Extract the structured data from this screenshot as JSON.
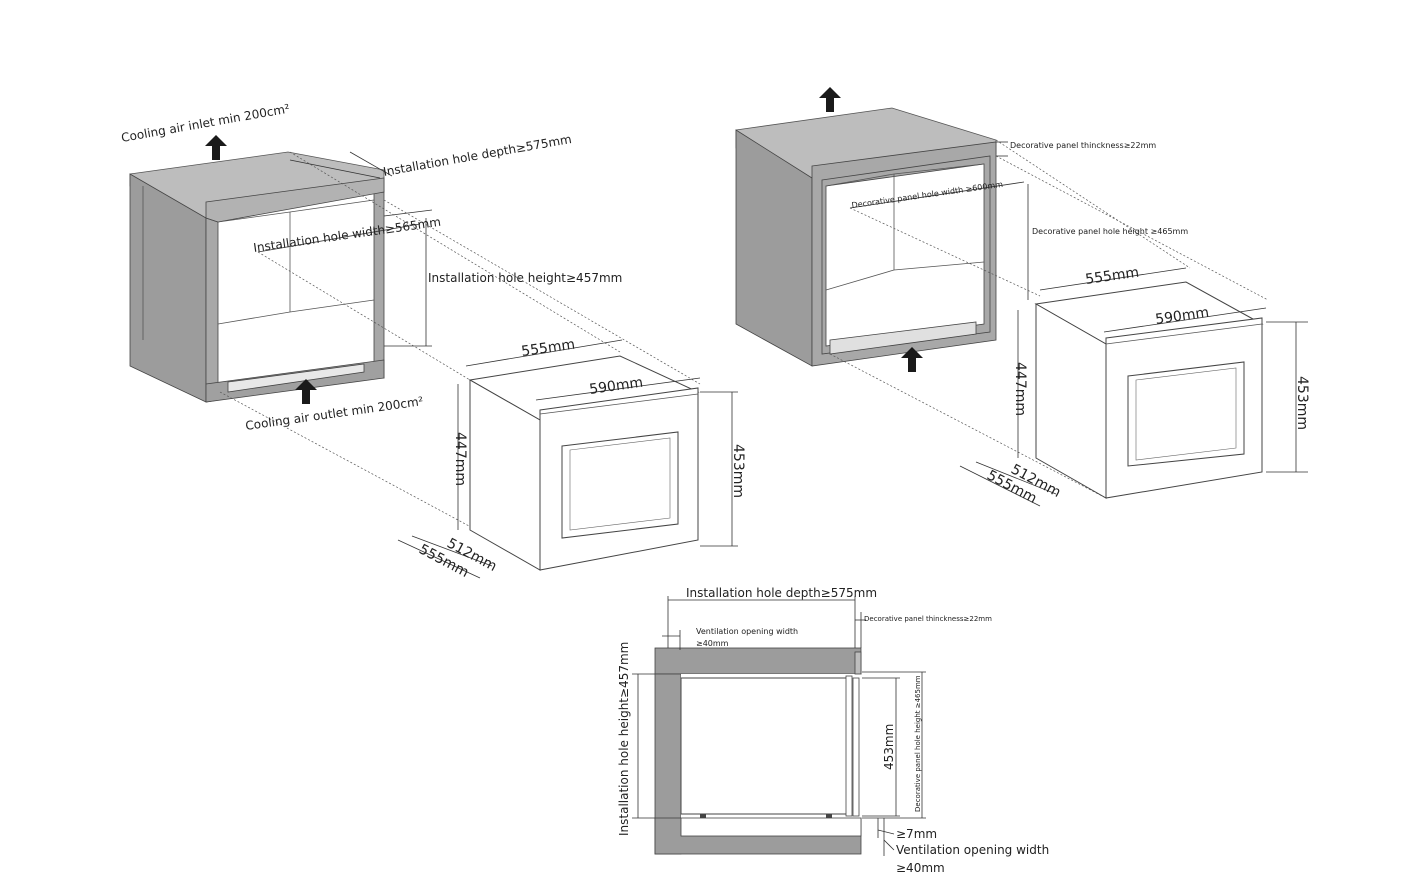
{
  "colors": {
    "cabinet_gray": "#9c9c9c",
    "cabinet_light": "#bdbdbd",
    "cabinet_dark": "#8a8a8a",
    "line": "#333333",
    "arrow": "#1a1a1a"
  },
  "icons": {
    "airflow_arrow": "up-arrow-icon"
  },
  "left_cabinet": {
    "cooling_air_inlet": "Cooling air inlet min 200cm²",
    "cooling_air_outlet": "Cooling air outlet min 200cm²",
    "hole_depth": "Installation hole depth≥575mm",
    "hole_width": "Installation hole width≥565mm",
    "hole_height": "Installation hole height≥457mm"
  },
  "left_appliance": {
    "depth_top": "555mm",
    "width": "590mm",
    "height_front": "453mm",
    "height_side": "447mm",
    "depth_bottom_inner": "512mm",
    "depth_bottom_outer": "555mm"
  },
  "right_cabinet": {
    "panel_thickness": "Decorative panel  thinckness≥22mm",
    "panel_hole_width": "Decorative panel hole width ≥600mm",
    "panel_hole_height": "Decorative panel hole height ≥465mm"
  },
  "right_appliance": {
    "depth_top": "555mm",
    "width": "590mm",
    "height_front": "453mm",
    "height_side": "447mm",
    "depth_bottom_inner": "512mm",
    "depth_bottom_outer": "555mm"
  },
  "side_view": {
    "hole_depth": "Installation hole depth≥575mm",
    "panel_thickness": "Decorative panel  thinckness≥22mm",
    "vent_top_line1": "Ventilation opening width",
    "vent_top_line2": "≥40mm",
    "hole_height": "Installation hole height≥457mm",
    "appliance_height": "453mm",
    "panel_hole_height": "Decorative panel hole height ≥465mm",
    "gap": "≥7mm",
    "vent_bottom_line1": "Ventilation opening width",
    "vent_bottom_line2": "≥40mm"
  }
}
